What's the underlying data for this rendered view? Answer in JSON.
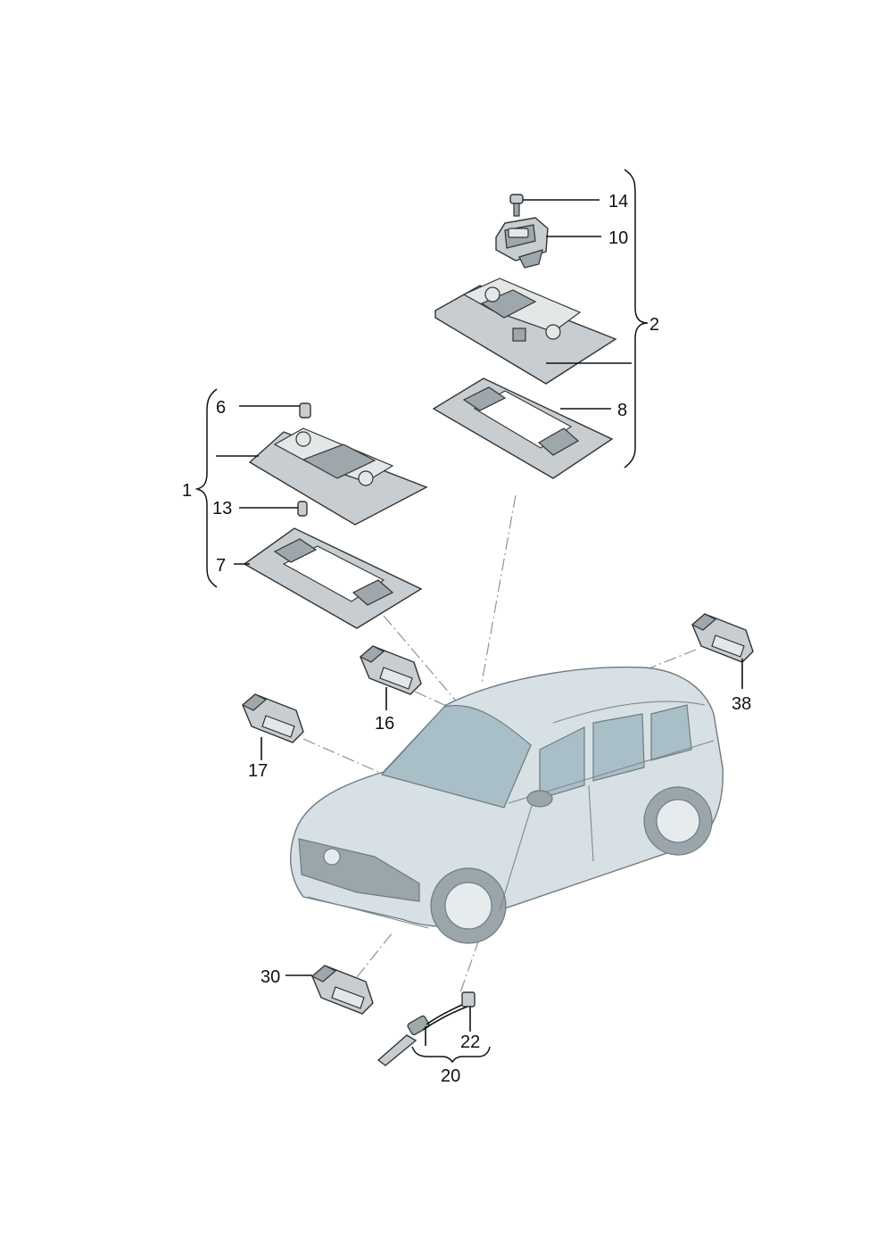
{
  "diagram": {
    "callouts": [
      {
        "id": "14",
        "text": "14"
      },
      {
        "id": "10",
        "text": "10"
      },
      {
        "id": "2",
        "text": "2"
      },
      {
        "id": "8",
        "text": "8"
      },
      {
        "id": "6",
        "text": "6"
      },
      {
        "id": "1",
        "text": "1"
      },
      {
        "id": "13",
        "text": "13"
      },
      {
        "id": "7",
        "text": "7"
      },
      {
        "id": "16",
        "text": "16"
      },
      {
        "id": "38",
        "text": "38"
      },
      {
        "id": "17",
        "text": "17"
      },
      {
        "id": "30",
        "text": "30"
      },
      {
        "id": "22",
        "text": "22"
      },
      {
        "id": "20",
        "text": "20"
      }
    ],
    "colors": {
      "part_fill": "#c7cdd0",
      "car_fill": "#d7e0e4",
      "glass_fill": "#a9bfc8",
      "line": "#111111"
    }
  }
}
